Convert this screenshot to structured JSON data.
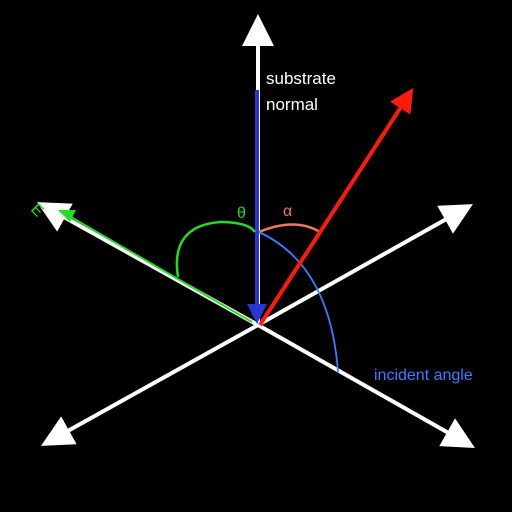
{
  "labels": {
    "substrate_line1": "substrate",
    "substrate_line2": "normal",
    "theta": "θ",
    "alpha": "α",
    "incident_angle": "incident angle",
    "e_field": "E"
  },
  "colors": {
    "background": "#000000",
    "axes": "#ffffff",
    "normal_arrow": "#2a35d8",
    "beam_arrow": "#ff1a0a",
    "e_field": "#22dd22",
    "theta_arc": "#22dd22",
    "alpha_arc": "#f07860",
    "incident_arc": "#3d7bff"
  }
}
